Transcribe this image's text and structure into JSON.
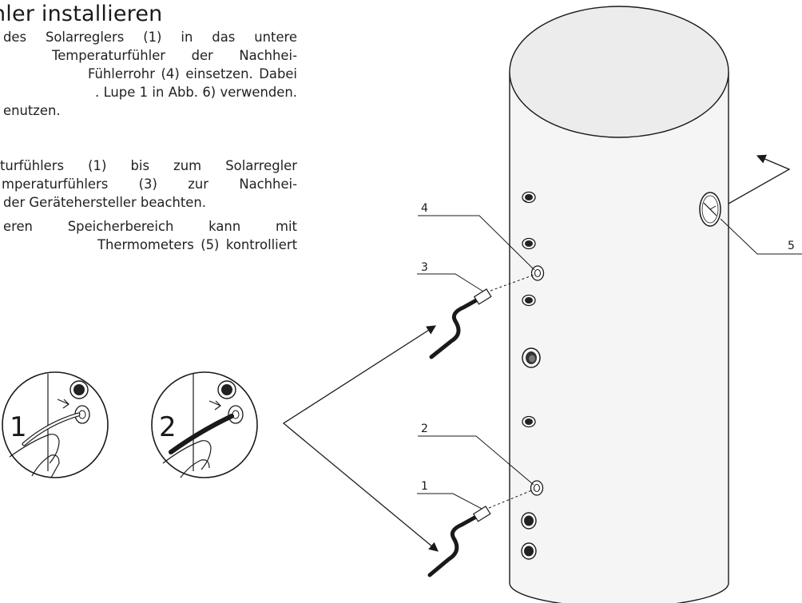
{
  "heading": "hler installieren",
  "paragraphs": [
    {
      "lines": [
        "des Solarreglers (1) in das untere",
        "Temperaturfühler der Nachhei-",
        "Fühlerrohr (4) einsetzen. Dabei",
        ". Lupe 1 in Abb. 6) verwenden.",
        "enutzen."
      ]
    },
    {
      "lines": [
        "turfühlers (1) bis zum Solarregler",
        "mperaturfühlers (3) zur Nachhei-",
        "der Gerätehersteller beachten."
      ]
    },
    {
      "lines": [
        "eren Speicherbereich kann mit",
        "Thermometers (5) kontrolliert"
      ]
    }
  ],
  "figure": {
    "callouts": [
      "1",
      "2",
      "3",
      "4",
      "5"
    ],
    "detail_steps": [
      "1",
      "2"
    ]
  }
}
